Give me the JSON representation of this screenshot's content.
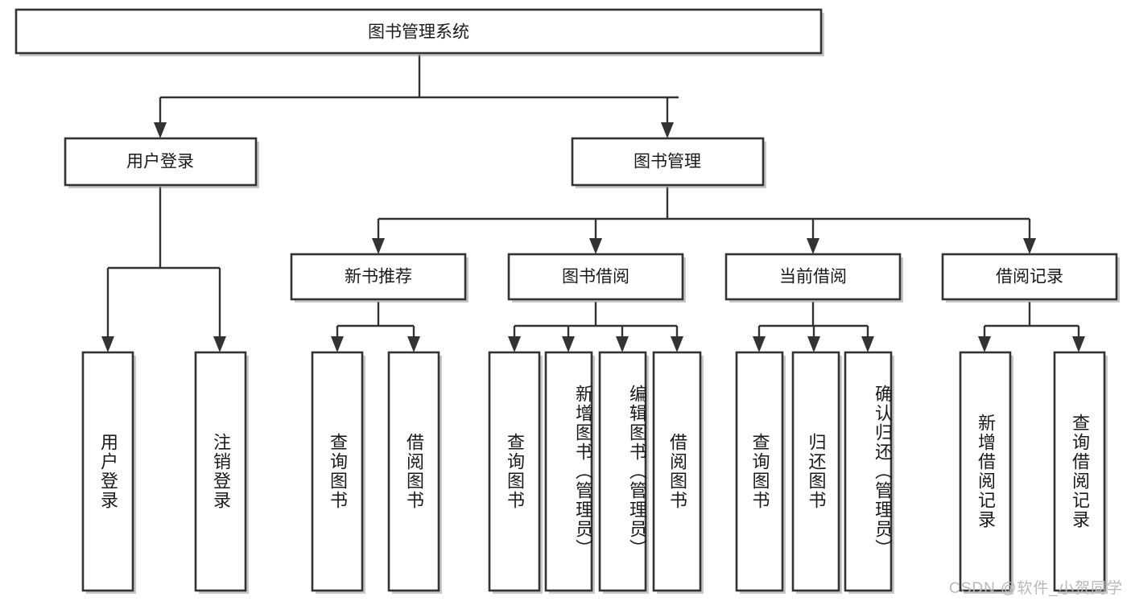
{
  "diagram": {
    "type": "tree",
    "title": "图书管理系统",
    "orientation": "top-down",
    "colors": {
      "box_fill": "#ffffff",
      "box_stroke": "#333333",
      "line": "#333333",
      "text": "#1a1a1a",
      "watermark": "#b9b9b9"
    },
    "levels": {
      "root": {
        "label": "图书管理系统"
      },
      "level2": [
        {
          "id": "user-login",
          "label": "用户登录"
        },
        {
          "id": "book-manage",
          "label": "图书管理"
        }
      ],
      "level3": [
        {
          "id": "new-book-recommend",
          "label": "新书推荐",
          "parent": "book-manage"
        },
        {
          "id": "book-borrow",
          "label": "图书借阅",
          "parent": "book-manage"
        },
        {
          "id": "current-borrow",
          "label": "当前借阅",
          "parent": "book-manage"
        },
        {
          "id": "borrow-record",
          "label": "借阅记录",
          "parent": "book-manage"
        }
      ],
      "leaves": [
        {
          "id": "leaf-user-login",
          "label": "用户登录",
          "parent": "user-login"
        },
        {
          "id": "leaf-user-logout",
          "label": "注销登录",
          "parent": "user-login"
        },
        {
          "id": "leaf-query-book-1",
          "label": "查询图书",
          "parent": "new-book-recommend"
        },
        {
          "id": "leaf-borrow-book-1",
          "label": "借阅图书",
          "parent": "new-book-recommend"
        },
        {
          "id": "leaf-query-book-2",
          "label": "查询图书",
          "parent": "book-borrow"
        },
        {
          "id": "leaf-add-book",
          "label": "新增图书（管理员）",
          "parent": "book-borrow"
        },
        {
          "id": "leaf-edit-book",
          "label": "编辑图书（管理员）",
          "parent": "book-borrow"
        },
        {
          "id": "leaf-borrow-book-2",
          "label": "借阅图书",
          "parent": "book-borrow"
        },
        {
          "id": "leaf-query-book-3",
          "label": "查询图书",
          "parent": "current-borrow"
        },
        {
          "id": "leaf-return-book",
          "label": "归还图书",
          "parent": "current-borrow"
        },
        {
          "id": "leaf-confirm-return",
          "label": "确认归还（管理员）",
          "parent": "current-borrow"
        },
        {
          "id": "leaf-add-record",
          "label": "新增借阅记录",
          "parent": "borrow-record"
        },
        {
          "id": "leaf-query-record",
          "label": "查询借阅记录",
          "parent": "borrow-record"
        }
      ]
    }
  },
  "watermark": {
    "text": "CSDN @软件_小贺同学"
  }
}
